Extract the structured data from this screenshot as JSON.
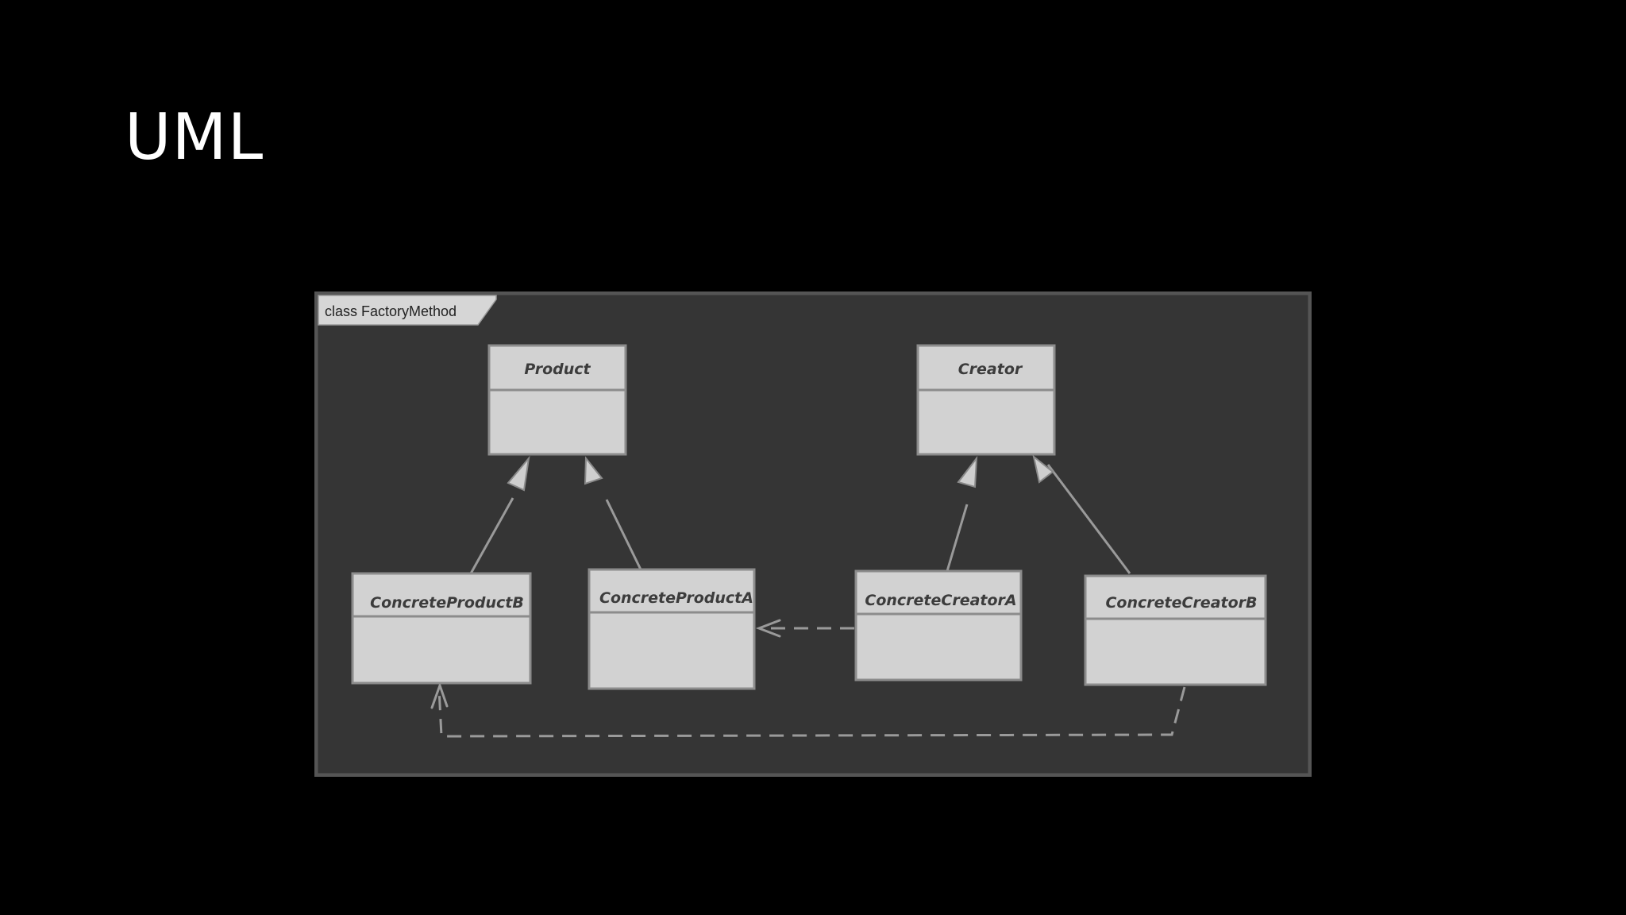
{
  "slide": {
    "title": "UML"
  },
  "diagram": {
    "frame_label": "class FactoryMethod",
    "colors": {
      "frame_background": "#353535",
      "frame_border": "#555555",
      "class_fill": "#d2d2d2",
      "class_stroke": "#8c8c8c",
      "connector": "#9a9a9a"
    },
    "classes": {
      "product": "Product",
      "creator": "Creator",
      "concrete_product_b": "ConcreteProductB",
      "concrete_product_a": "ConcreteProductA",
      "concrete_creator_a": "ConcreteCreatorA",
      "concrete_creator_b": "ConcreteCreatorB"
    },
    "relationships": [
      {
        "type": "generalization",
        "from": "ConcreteProductB",
        "to": "Product"
      },
      {
        "type": "generalization",
        "from": "ConcreteProductA",
        "to": "Product"
      },
      {
        "type": "generalization",
        "from": "ConcreteCreatorA",
        "to": "Creator"
      },
      {
        "type": "generalization",
        "from": "ConcreteCreatorB",
        "to": "Creator"
      },
      {
        "type": "dependency",
        "from": "ConcreteCreatorA",
        "to": "ConcreteProductA"
      },
      {
        "type": "dependency",
        "from": "ConcreteCreatorB",
        "to": "ConcreteProductB"
      }
    ]
  }
}
